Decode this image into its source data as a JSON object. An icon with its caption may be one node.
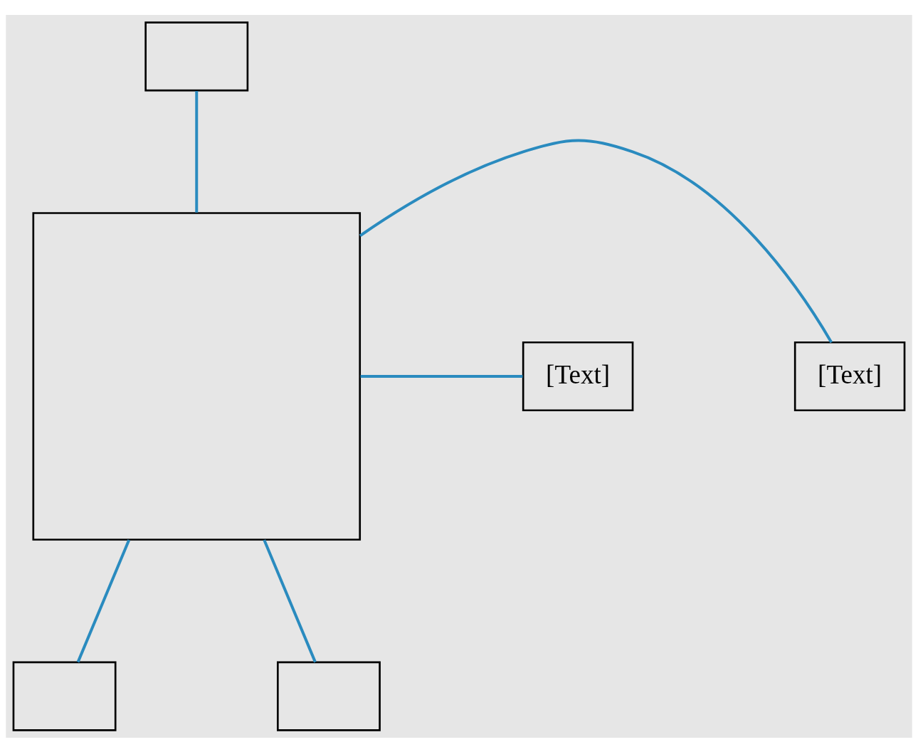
{
  "diagram": {
    "nodes": [
      {
        "text": [],
        "shape": "box"
      },
      {
        "text": [
          "[Text]"
        ]
      },
      {
        "text": [],
        "shape": "box"
      },
      {
        "text": [
          "[Text]"
        ]
      },
      {
        "text": [],
        "shape": "box"
      },
      {
        "text": [],
        "shape": "box"
      }
    ],
    "edges": [
      {
        "from": 2,
        "to": 0,
        "arrow": "none"
      },
      {
        "from": 2,
        "to": 1,
        "arrow": "none"
      },
      {
        "from": 2,
        "to": 3,
        "arrow": "none"
      },
      {
        "from": 2,
        "to": 4,
        "arrow": "none"
      },
      {
        "from": 2,
        "to": 5,
        "arrow": "none"
      }
    ]
  }
}
